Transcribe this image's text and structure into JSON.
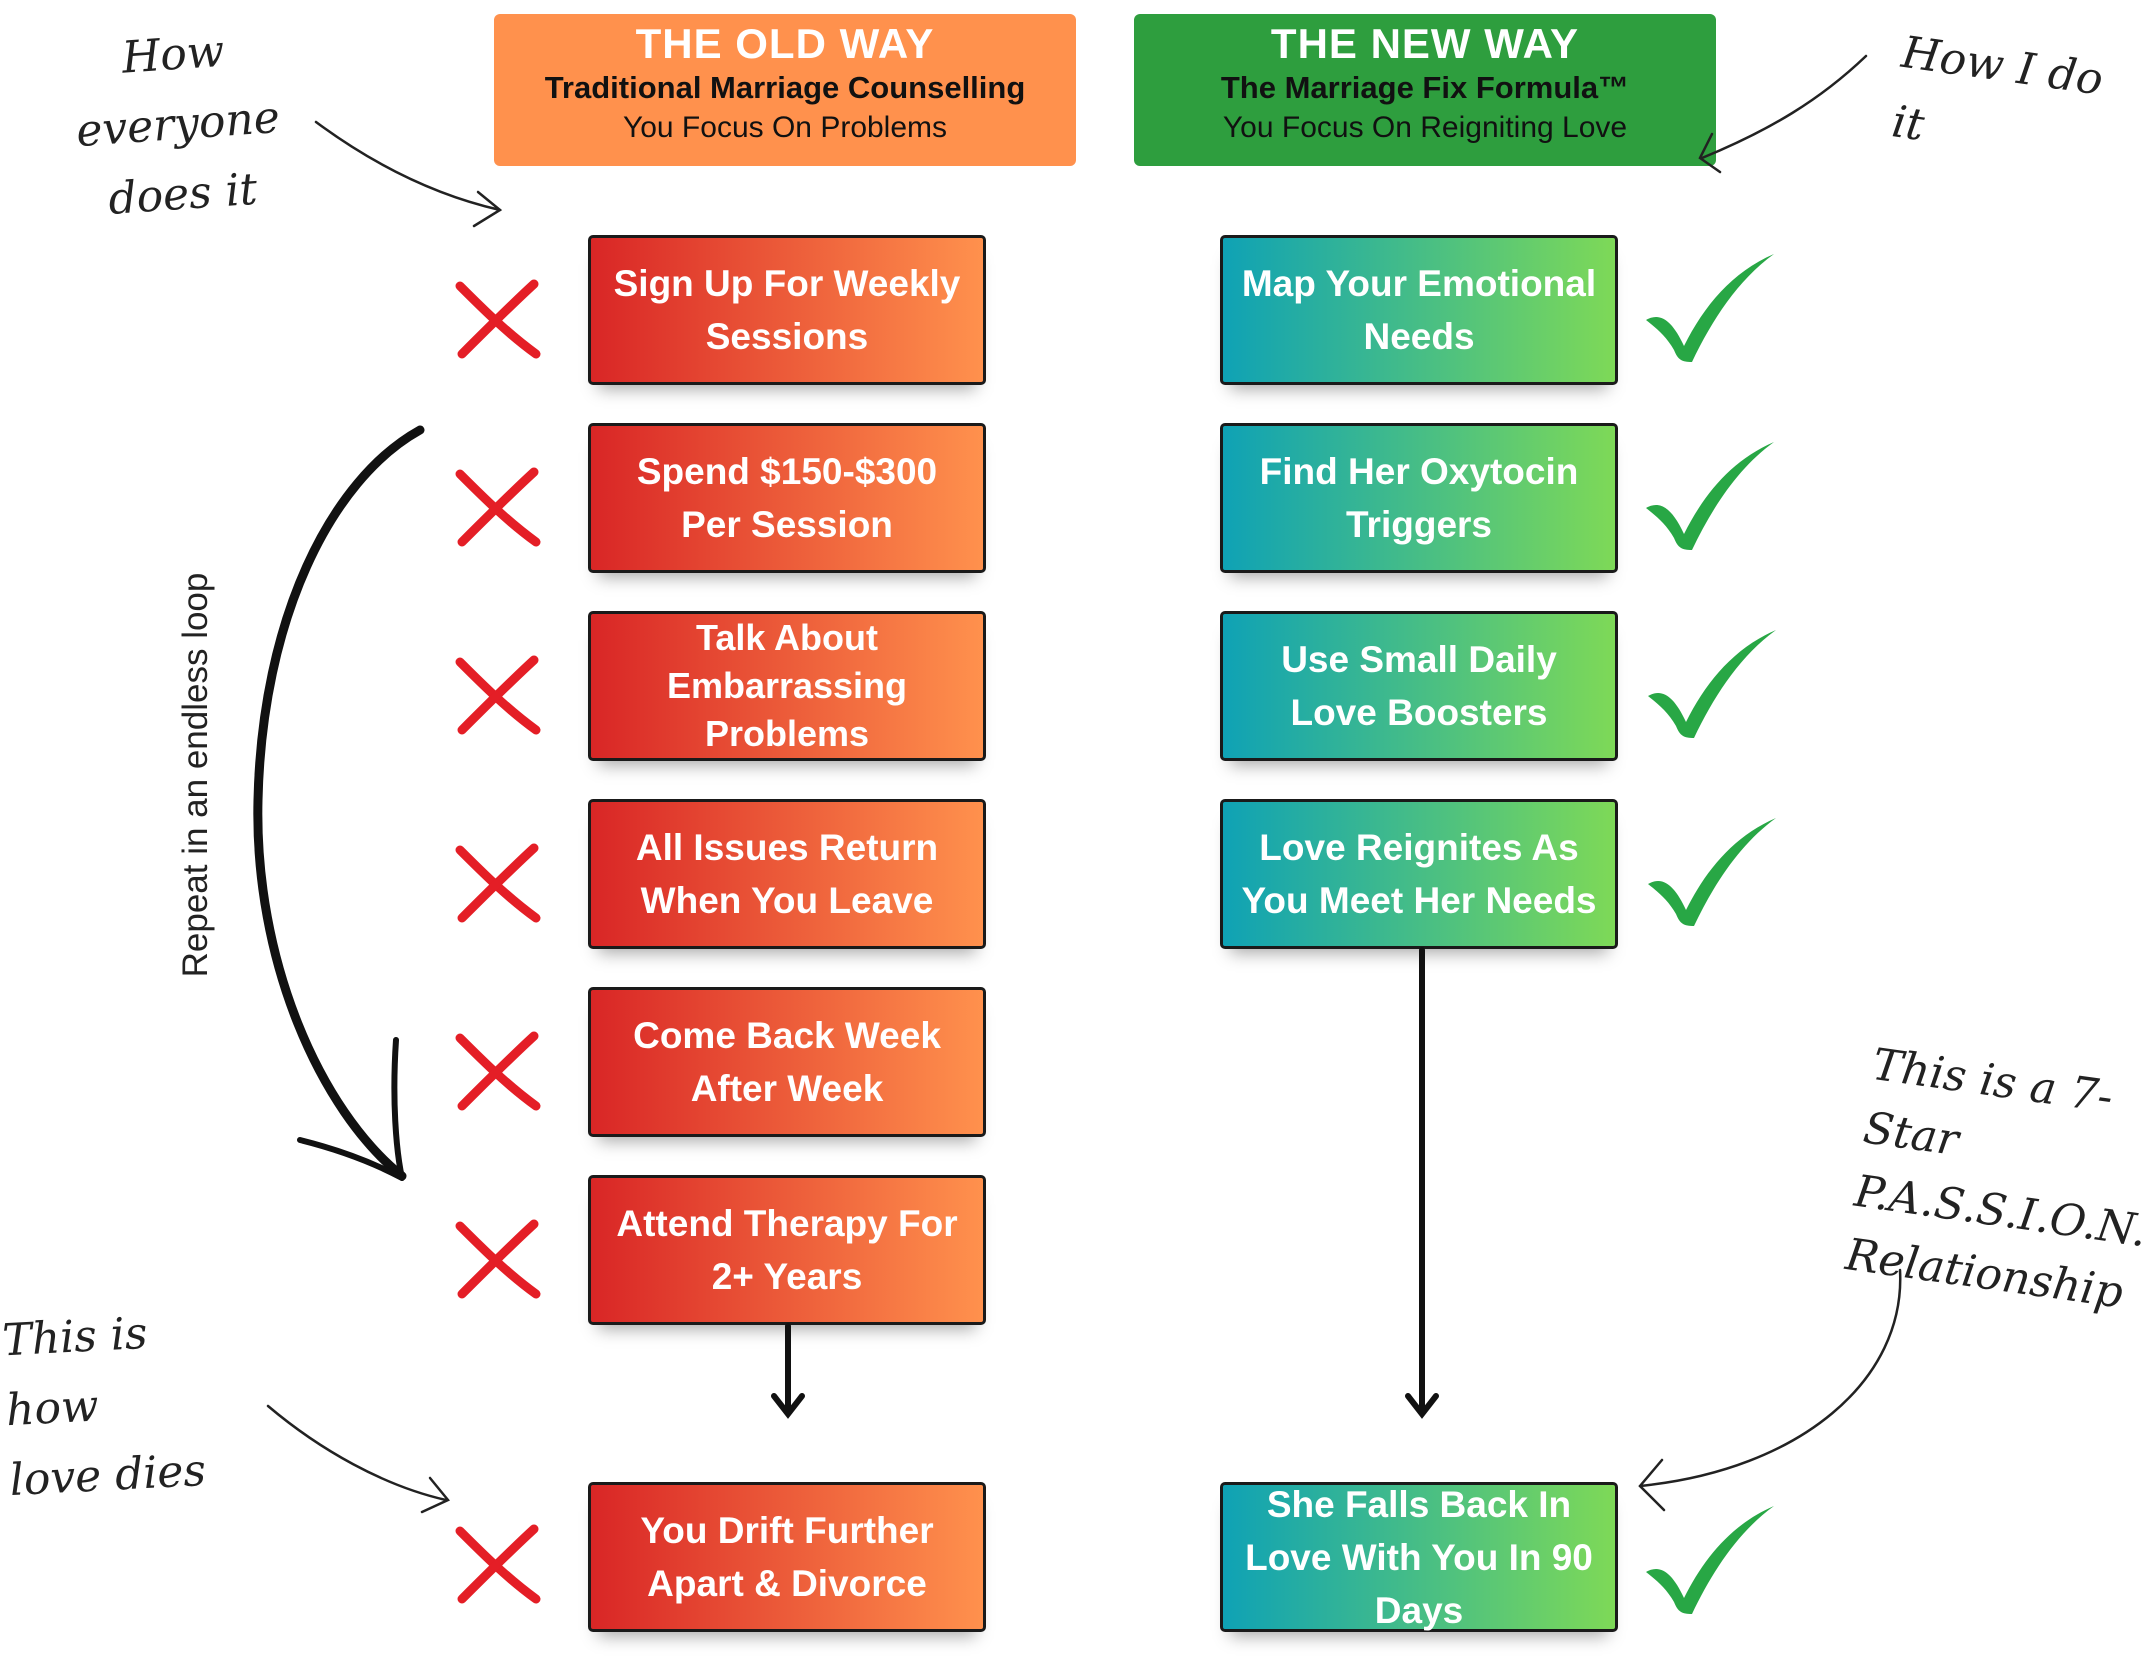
{
  "old_way": {
    "title": "THE OLD WAY",
    "subtitle": "Traditional Marriage Counselling",
    "tagline": "You Focus On Problems",
    "steps": [
      "Sign Up For Weekly Sessions",
      "Spend $150-$300 Per Session",
      "Talk About Embarrassing Problems",
      "All Issues Return When You Leave",
      "Come Back Week After Week",
      "Attend Therapy For 2+ Years"
    ],
    "outcome": "You Drift Further Apart & Divorce",
    "mark_icon": "red-x-icon"
  },
  "new_way": {
    "title": "THE NEW WAY",
    "subtitle": "The Marriage Fix Formula™",
    "tagline": "You Focus On Reigniting Love",
    "steps": [
      "Map Your Emotional Needs",
      "Find Her Oxytocin Triggers",
      "Use Small Daily Love Boosters",
      "Love Reignites As You Meet Her Needs"
    ],
    "outcome": "She Falls Back In Love With You In 90 Days",
    "mark_icon": "green-check-icon"
  },
  "annotations": {
    "how_everyone": "How everyone\ndoes it",
    "how_i": "How I do it",
    "love_dies": "This is how\nlove dies",
    "seven_star": "This is a 7-Star\nP.A.S.S.I.O.N.\nRelationship",
    "loop": "Repeat in an endless loop"
  },
  "colors": {
    "old_header": "#ff914d",
    "new_header": "#2e9e3e",
    "old_box_start": "#d92626",
    "old_box_end": "#ff914d",
    "new_box_start": "#0fa2b5",
    "new_box_end": "#7ed957",
    "cross": "#e41e26",
    "check": "#28a745"
  }
}
